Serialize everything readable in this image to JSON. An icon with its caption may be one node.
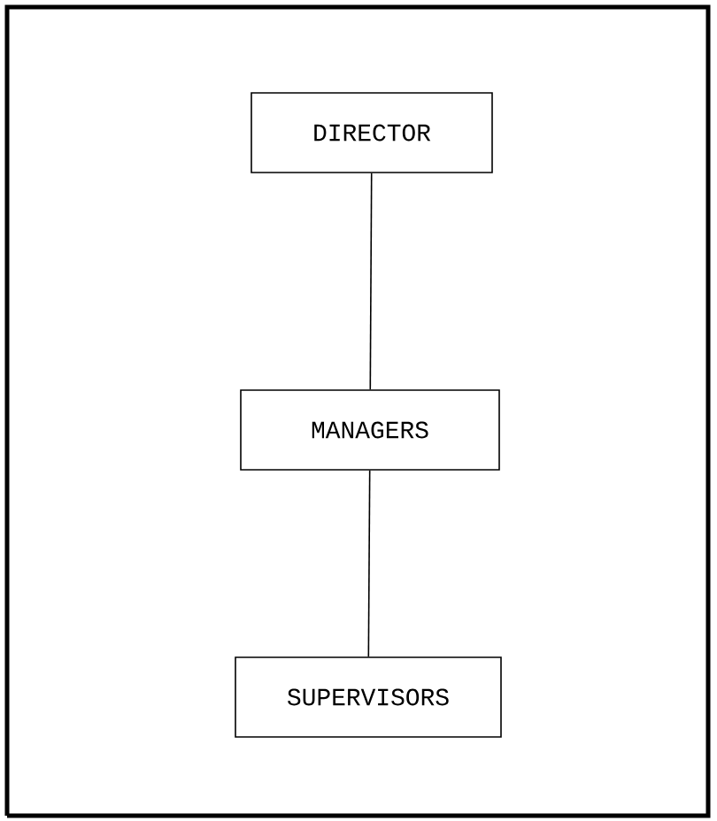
{
  "diagram": {
    "nodes": [
      {
        "text": [
          "DIRECTOR"
        ]
      },
      {
        "text": [
          "MANAGERS"
        ]
      },
      {
        "text": [
          "SUPERVISORS"
        ]
      }
    ],
    "edges": [
      {
        "from": 0,
        "to": 1,
        "arrow": "none"
      },
      {
        "from": 1,
        "to": 2,
        "arrow": "none"
      }
    ]
  }
}
